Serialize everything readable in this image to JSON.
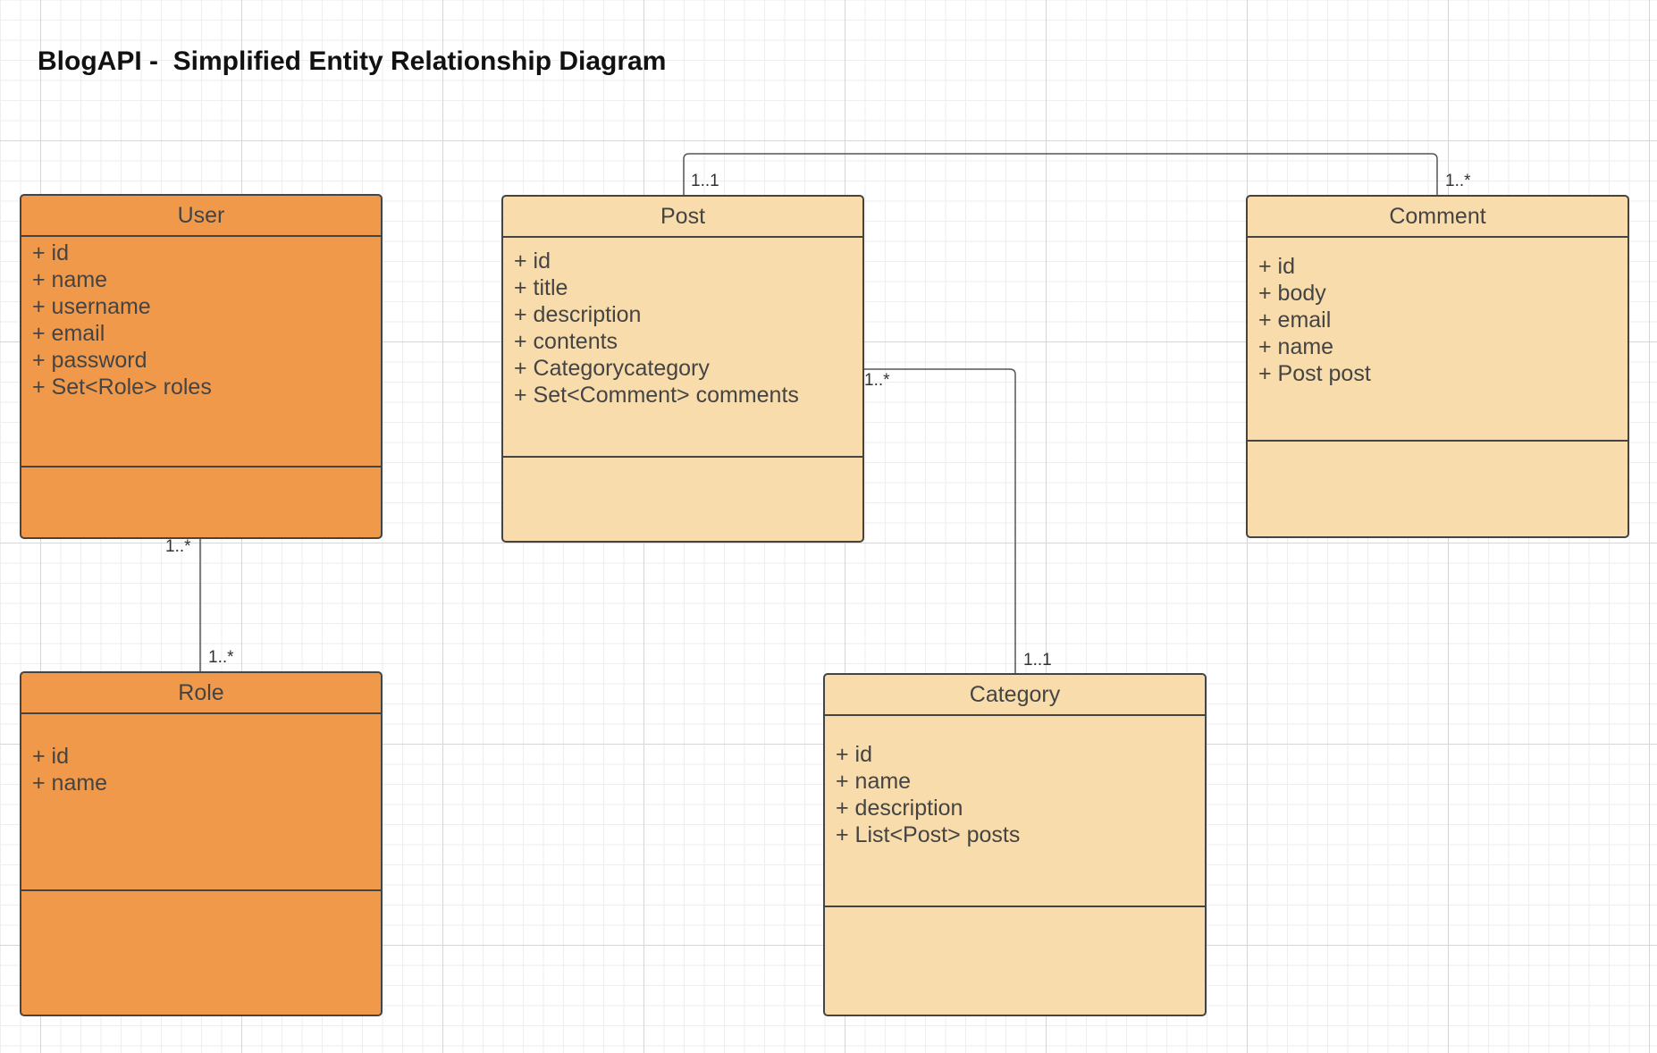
{
  "title": "BlogAPI -  Simplified Entity Relationship Diagram",
  "colors": {
    "entity_dark": "#f0994a",
    "entity_light": "#f8dcab",
    "border": "#444444",
    "text": "#444444",
    "connector": "#555555"
  },
  "entities": {
    "user": {
      "name": "User",
      "attributes": [
        "+ id",
        "+ name",
        "+ username",
        "+ email",
        "+ password",
        "+ Set<Role> roles"
      ]
    },
    "post": {
      "name": "Post",
      "attributes": [
        "+ id",
        "+ title",
        "+ description",
        "+ contents",
        "+ Categorycategory",
        "+ Set<Comment> comments"
      ]
    },
    "comment": {
      "name": "Comment",
      "attributes": [
        "+ id",
        "+ body",
        "+ email",
        "+ name",
        "+ Post post"
      ]
    },
    "role": {
      "name": "Role",
      "attributes": [
        "+ id",
        "+ name"
      ]
    },
    "category": {
      "name": "Category",
      "attributes": [
        "+ id",
        "+ name",
        "+ description",
        "+ List<Post> posts"
      ]
    }
  },
  "relationships": [
    {
      "from": "Post",
      "to": "Comment",
      "from_multiplicity": "1..1",
      "to_multiplicity": "1..*"
    },
    {
      "from": "User",
      "to": "Role",
      "from_multiplicity": "1..*",
      "to_multiplicity": "1..*"
    },
    {
      "from": "Post",
      "to": "Category",
      "from_multiplicity": "1..*",
      "to_multiplicity": "1..1"
    }
  ]
}
